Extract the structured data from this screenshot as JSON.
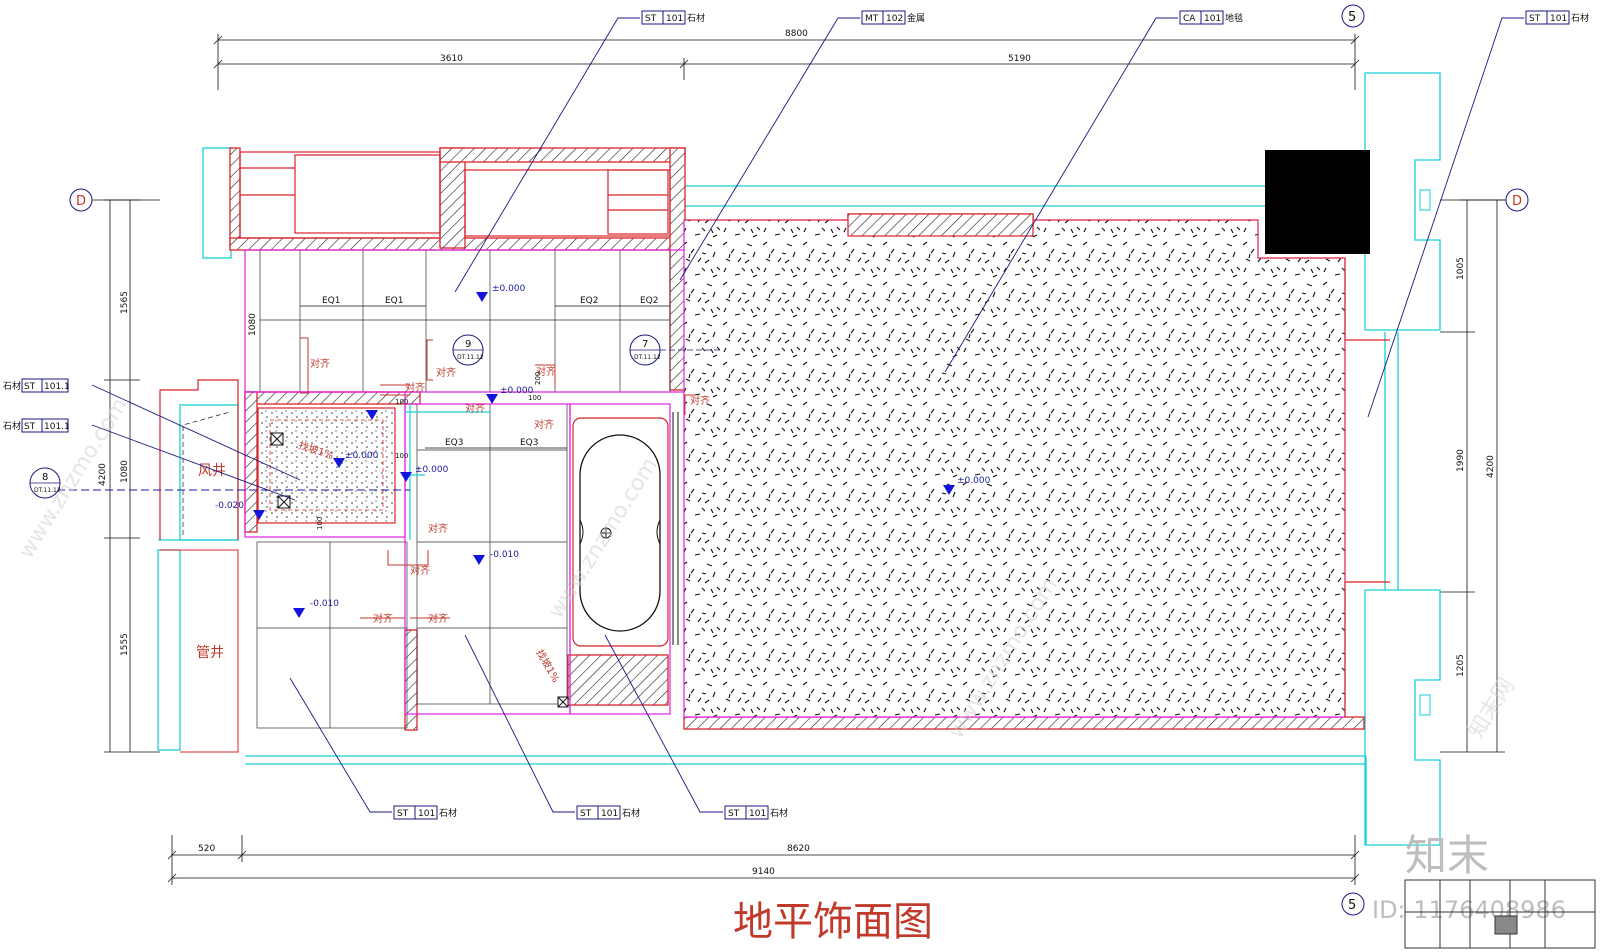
{
  "title": "地平饰面图",
  "axes": {
    "top_right": "5",
    "bottom_right": "5",
    "left": "D",
    "right": "D"
  },
  "dimensions": {
    "top_total": "8800",
    "top_left": "3610",
    "top_right": "5190",
    "bottom_left": "520",
    "bottom_mid": "8620",
    "bottom_total": "9140",
    "left_1565": "1565",
    "left_1080a": "1080",
    "left_4200": "4200",
    "left_1080b": "1080",
    "left_1555": "1555",
    "right_1005": "1005",
    "right_1990": "1990",
    "right_1205": "1205",
    "right_4200": "4200"
  },
  "material_tags": [
    {
      "code": "ST",
      "num": "101",
      "name": "石材"
    },
    {
      "code": "MT",
      "num": "102",
      "name": "金属"
    },
    {
      "code": "CA",
      "num": "101",
      "name": "地毯"
    },
    {
      "code": "ST",
      "num": "101",
      "name": "石材"
    }
  ],
  "left_tags": [
    {
      "prefix": "石材",
      "code": "ST",
      "num": "101.1"
    },
    {
      "prefix": "石材",
      "code": "ST",
      "num": "101.1"
    }
  ],
  "bottom_tags": [
    {
      "code": "ST",
      "num": "101",
      "name": "石材"
    },
    {
      "code": "ST",
      "num": "101",
      "name": "石材"
    },
    {
      "code": "ST",
      "num": "101",
      "name": "石材"
    }
  ],
  "rooms": {
    "shaft_wind": "风井",
    "shaft_pipe": "管井"
  },
  "eq_labels": [
    "EQ1",
    "EQ1",
    "EQ2",
    "EQ2",
    "EQ3",
    "EQ3"
  ],
  "align_label": "对齐",
  "slope_label": "找坡1%",
  "elevations": [
    "±0.000",
    "±0.000",
    "±0.000",
    "±0.000",
    "-0.020",
    "-0.010",
    "-0.010",
    "±0.000"
  ],
  "detail_refs": [
    {
      "num": "9",
      "sheet": "DT.11.12"
    },
    {
      "num": "7",
      "sheet": "DT.11.12"
    },
    {
      "num": "8",
      "sheet": "DT.11.12"
    }
  ],
  "small_dims": [
    "100",
    "100",
    "100",
    "100",
    "200"
  ],
  "watermark": {
    "brand": "知末",
    "id": "ID: 1176408986",
    "url": "www.znzmo.com",
    "site": "知末网"
  },
  "colors": {
    "red": "#d8232a",
    "magenta": "#e020e0",
    "cyan": "#18d0d8",
    "navy": "#1a1a80",
    "blue": "#1414dc",
    "orange": "#c0392b"
  }
}
